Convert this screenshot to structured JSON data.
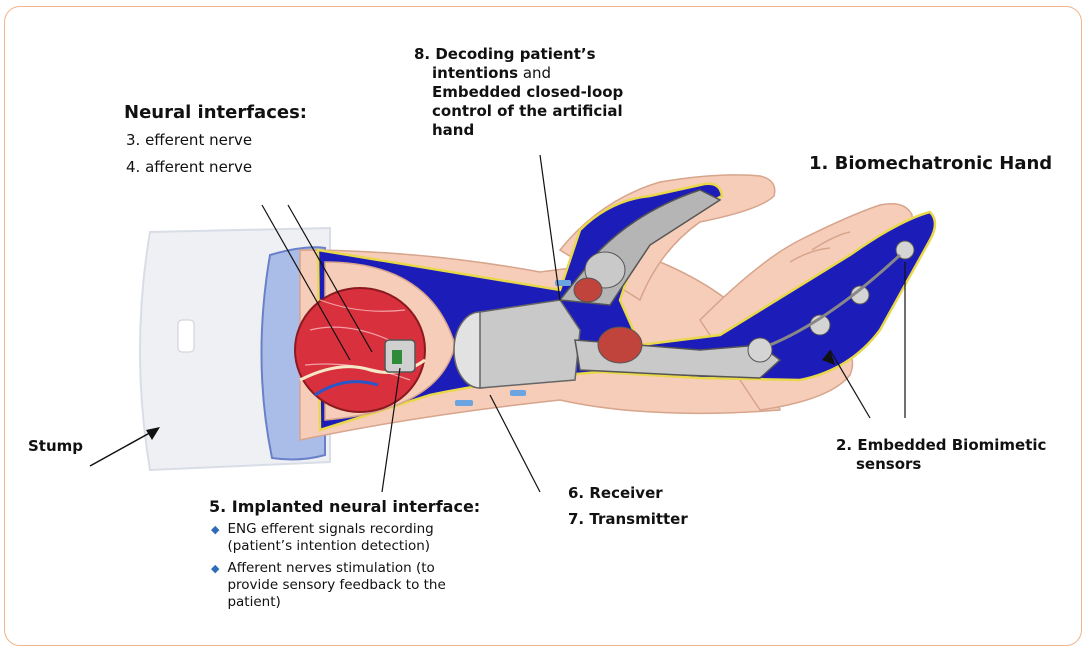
{
  "neural_interfaces": {
    "title": "Neural interfaces:",
    "items": [
      "3. efferent nerve",
      "4. afferent nerve"
    ]
  },
  "decoding": {
    "prefix_bold": "8. Decoding patient’s",
    "line2_bold": "intentions",
    "line2_normal": " and",
    "line3": "Embedded closed-loop",
    "line4": "control of the artificial",
    "line5": "hand"
  },
  "hand_label": "1. Biomechatronic Hand",
  "sensors_label": {
    "line1": "2. Embedded Biomimetic",
    "line2": "sensors"
  },
  "stump_label": "Stump",
  "receiver_label": "6. Receiver",
  "transmitter_label": "7. Transmitter",
  "implant": {
    "title": "5. Implanted neural interface:",
    "bullets": [
      {
        "line1": "ENG efferent signals recording",
        "line2": "(patient’s intention detection)"
      },
      {
        "line1": "Afferent nerves stimulation (to",
        "line2": "provide sensory feedback to the",
        "line3": "patient)"
      }
    ]
  },
  "colors": {
    "frame": "#f1b48c",
    "skin": "#f6cdb8",
    "socket_blue": "#1c1cb8",
    "muscle_red": "#d8303c",
    "metal": "#c9c9c9",
    "bullet": "#2e6bb8"
  }
}
